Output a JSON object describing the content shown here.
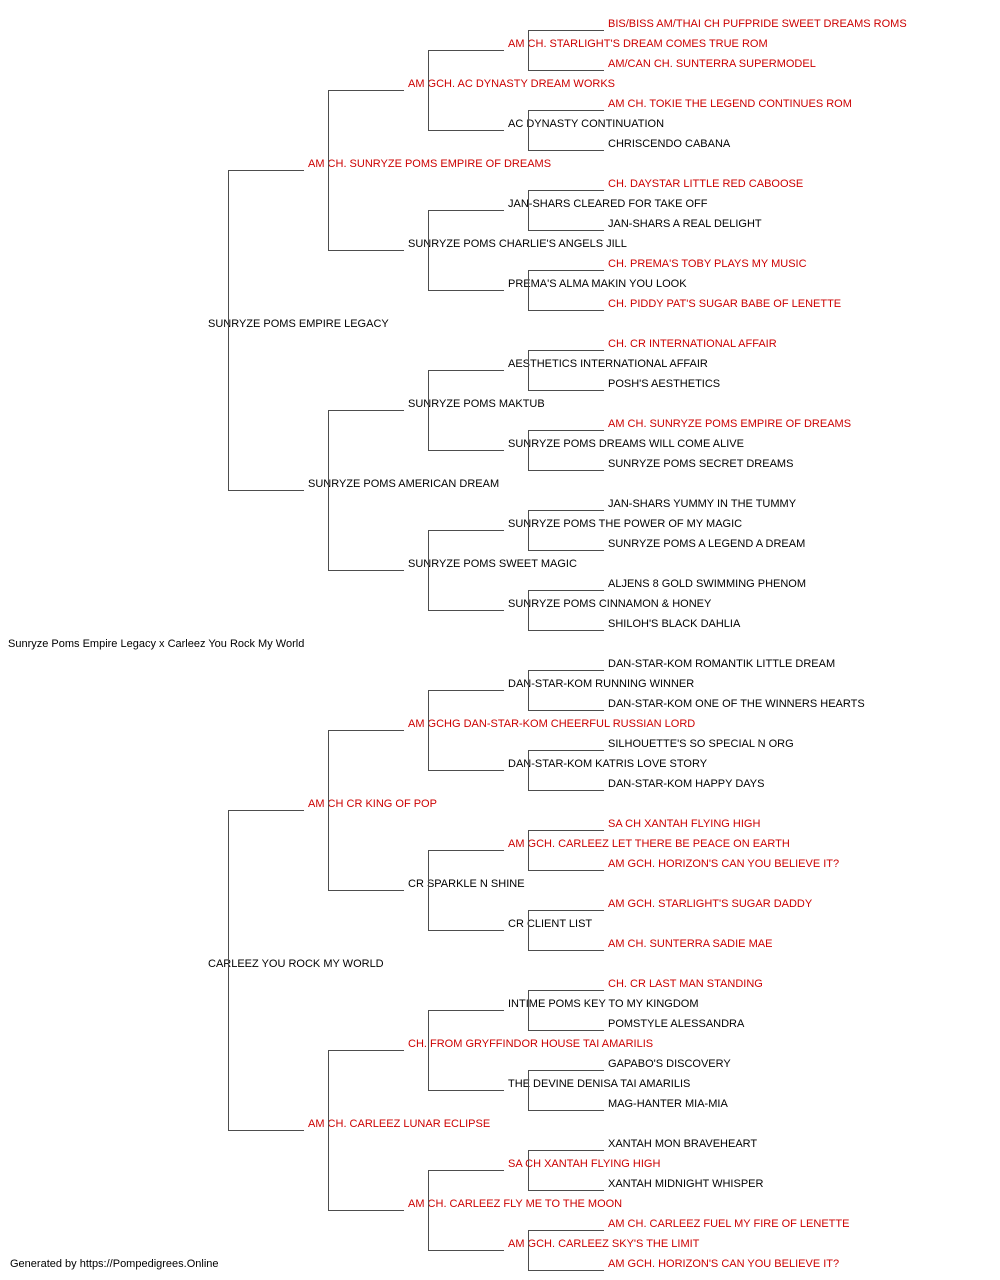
{
  "page": {
    "background": "#ffffff",
    "cross_title": "Sunryze Poms Empire Legacy x Carleez You Rock My World",
    "footer": "Generated by https://Pompedigrees.Online"
  },
  "colors": {
    "champion_name": "#cc0000",
    "regular_name": "#000000",
    "connector": "#4d4d4d"
  },
  "pedigrees": [
    {
      "label": "top-pedigree",
      "root": {
        "name": "SUNRYZE POMS EMPIRE LEGACY",
        "champion": false,
        "sire": {
          "name": "AM CH. SUNRYZE POMS EMPIRE OF DREAMS",
          "champion": true,
          "sire": {
            "name": "AM GCH. AC DYNASTY DREAM WORKS",
            "champion": true,
            "sire": {
              "name": "AM CH. STARLIGHT'S DREAM COMES TRUE ROM",
              "champion": true,
              "sire": {
                "name": "BIS/BISS AM/THAI CH PUFPRIDE SWEET DREAMS ROMS",
                "champion": true
              },
              "dam": {
                "name": "AM/CAN CH. SUNTERRA SUPERMODEL",
                "champion": true
              }
            },
            "dam": {
              "name": "AC DYNASTY CONTINUATION",
              "champion": false,
              "sire": {
                "name": "AM CH. TOKIE THE LEGEND CONTINUES ROM",
                "champion": true
              },
              "dam": {
                "name": "CHRISCENDO CABANA",
                "champion": false
              }
            }
          },
          "dam": {
            "name": "SUNRYZE POMS CHARLIE'S ANGELS JILL",
            "champion": false,
            "sire": {
              "name": "JAN-SHARS CLEARED FOR TAKE OFF",
              "champion": false,
              "sire": {
                "name": "CH. DAYSTAR LITTLE RED CABOOSE",
                "champion": true
              },
              "dam": {
                "name": "JAN-SHARS A REAL DELIGHT",
                "champion": false
              }
            },
            "dam": {
              "name": "PREMA'S ALMA MAKIN YOU LOOK",
              "champion": false,
              "sire": {
                "name": "CH. PREMA'S TOBY PLAYS MY MUSIC",
                "champion": true
              },
              "dam": {
                "name": "CH. PIDDY PAT'S SUGAR BABE OF LENETTE",
                "champion": true
              }
            }
          }
        },
        "dam": {
          "name": "SUNRYZE POMS AMERICAN DREAM",
          "champion": false,
          "sire": {
            "name": "SUNRYZE POMS MAKTUB",
            "champion": false,
            "sire": {
              "name": "AESTHETICS INTERNATIONAL AFFAIR",
              "champion": false,
              "sire": {
                "name": "CH. CR INTERNATIONAL AFFAIR",
                "champion": true
              },
              "dam": {
                "name": "POSH'S AESTHETICS",
                "champion": false
              }
            },
            "dam": {
              "name": "SUNRYZE POMS DREAMS WILL COME ALIVE",
              "champion": false,
              "sire": {
                "name": "AM CH. SUNRYZE POMS EMPIRE OF DREAMS",
                "champion": true
              },
              "dam": {
                "name": "SUNRYZE POMS SECRET DREAMS",
                "champion": false
              }
            }
          },
          "dam": {
            "name": "SUNRYZE POMS SWEET MAGIC",
            "champion": false,
            "sire": {
              "name": "SUNRYZE POMS THE POWER OF MY MAGIC",
              "champion": false,
              "sire": {
                "name": "JAN-SHARS YUMMY IN THE TUMMY",
                "champion": false
              },
              "dam": {
                "name": "SUNRYZE POMS A LEGEND A DREAM",
                "champion": false
              }
            },
            "dam": {
              "name": "SUNRYZE POMS CINNAMON & HONEY",
              "champion": false,
              "sire": {
                "name": "ALJENS 8 GOLD SWIMMING PHENOM",
                "champion": false
              },
              "dam": {
                "name": "SHILOH'S BLACK DAHLIA",
                "champion": false
              }
            }
          }
        }
      }
    },
    {
      "label": "bottom-pedigree",
      "root": {
        "name": "CARLEEZ YOU ROCK MY WORLD",
        "champion": false,
        "sire": {
          "name": "AM CH CR KING OF POP",
          "champion": true,
          "sire": {
            "name": "AM GCHG DAN-STAR-KOM CHEERFUL RUSSIAN LORD",
            "champion": true,
            "sire": {
              "name": "DAN-STAR-KOM RUNNING WINNER",
              "champion": false,
              "sire": {
                "name": "DAN-STAR-KOM ROMANTIK LITTLE DREAM",
                "champion": false
              },
              "dam": {
                "name": "DAN-STAR-KOM ONE OF THE WINNERS HEARTS",
                "champion": false
              }
            },
            "dam": {
              "name": "DAN-STAR-KOM KATRIS LOVE STORY",
              "champion": false,
              "sire": {
                "name": "SILHOUETTE'S SO SPECIAL N ORG",
                "champion": false
              },
              "dam": {
                "name": "DAN-STAR-KOM HAPPY DAYS",
                "champion": false
              }
            }
          },
          "dam": {
            "name": "CR SPARKLE N SHINE",
            "champion": false,
            "sire": {
              "name": "AM GCH. CARLEEZ LET THERE BE PEACE ON EARTH",
              "champion": true,
              "sire": {
                "name": "SA CH XANTAH FLYING HIGH",
                "champion": true
              },
              "dam": {
                "name": "AM GCH. HORIZON'S CAN YOU BELIEVE IT?",
                "champion": true
              }
            },
            "dam": {
              "name": "CR CLIENT LIST",
              "champion": false,
              "sire": {
                "name": "AM GCH. STARLIGHT'S SUGAR DADDY",
                "champion": true
              },
              "dam": {
                "name": "AM CH. SUNTERRA SADIE MAE",
                "champion": true
              }
            }
          }
        },
        "dam": {
          "name": "AM CH. CARLEEZ LUNAR ECLIPSE",
          "champion": true,
          "sire": {
            "name": "CH. FROM GRYFFINDOR HOUSE TAI AMARILIS",
            "champion": true,
            "sire": {
              "name": "INTIME POMS KEY TO MY KINGDOM",
              "champion": false,
              "sire": {
                "name": "CH. CR LAST MAN STANDING",
                "champion": true
              },
              "dam": {
                "name": "POMSTYLE ALESSANDRA",
                "champion": false
              }
            },
            "dam": {
              "name": "THE DEVINE DENISA TAI AMARILIS",
              "champion": false,
              "sire": {
                "name": "GAPABO'S DISCOVERY",
                "champion": false
              },
              "dam": {
                "name": "MAG-HANTER MIA-MIA",
                "champion": false
              }
            }
          },
          "dam": {
            "name": "AM CH. CARLEEZ FLY ME TO THE MOON",
            "champion": true,
            "sire": {
              "name": "SA CH XANTAH FLYING HIGH",
              "champion": true,
              "sire": {
                "name": "XANTAH MON BRAVEHEART",
                "champion": false
              },
              "dam": {
                "name": "XANTAH MIDNIGHT WHISPER",
                "champion": false
              }
            },
            "dam": {
              "name": "AM GCH. CARLEEZ SKY'S THE LIMIT",
              "champion": true,
              "sire": {
                "name": "AM CH. CARLEEZ FUEL MY FIRE OF LENETTE",
                "champion": true
              },
              "dam": {
                "name": "AM GCH. HORIZON'S CAN YOU BELIEVE IT?",
                "champion": true
              }
            }
          }
        }
      }
    }
  ]
}
